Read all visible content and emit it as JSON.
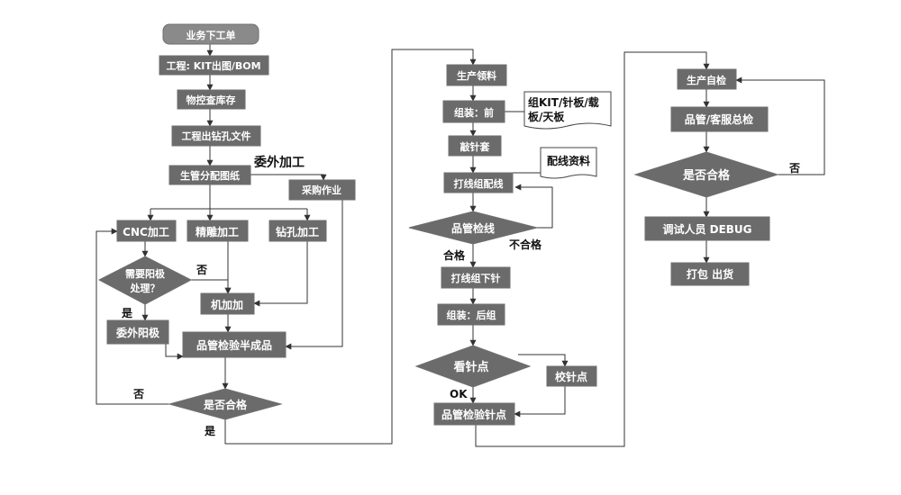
{
  "colors": {
    "node_fill": "#6b6b6b",
    "start_fill": "#8a8a8a",
    "text": "#ffffff",
    "line": "#333333"
  },
  "nodes": {
    "start": "业务下工单",
    "kit_bom": "工程: KIT出图/BOM",
    "check_stock": "物控查库存",
    "drill_file": "工程出钻孔文件",
    "assign_drawing": "生管分配图纸",
    "purchase": "采购作业",
    "cnc": "CNC加工",
    "engrave": "精雕加工",
    "drill": "钻孔加工",
    "anodize_q": [
      "需要阳极",
      "处理？"
    ],
    "machine_add": "机加加",
    "outsource_anodize": "委外阳极",
    "qc_semi": "品管检验半成品",
    "pass_q1": "是否合格",
    "get_material": "生产领料",
    "assembly_front": "组装：前",
    "press_sleeve": "敲针套",
    "wiring_assy": "打线组配线",
    "qc_wiring": "品管检线",
    "wiring_pins": "打线组下针",
    "assembly_back": "组装：后组",
    "has_pins": "看针点",
    "fix_pins": "校针点",
    "qc_pins": "品管检验针点",
    "self_check": "生产自检",
    "qc_final": "品管/客服总检",
    "pass_q2": "是否合格",
    "debug": "调试人员 DEBUG",
    "pack_ship": "打包 出货"
  },
  "documents": {
    "kit_doc": [
      "组KIT/针板/载",
      "板/天板"
    ],
    "wiring_doc": "配线资料"
  },
  "labels": {
    "outsource": "委外加工",
    "no_anodize": "否",
    "yes_anodize": "是",
    "no_pass1": "否",
    "yes_pass1": "是",
    "pass_wiring": "合格",
    "fail_wiring": "不合格",
    "ok": "OK",
    "no_pass2": "否"
  }
}
